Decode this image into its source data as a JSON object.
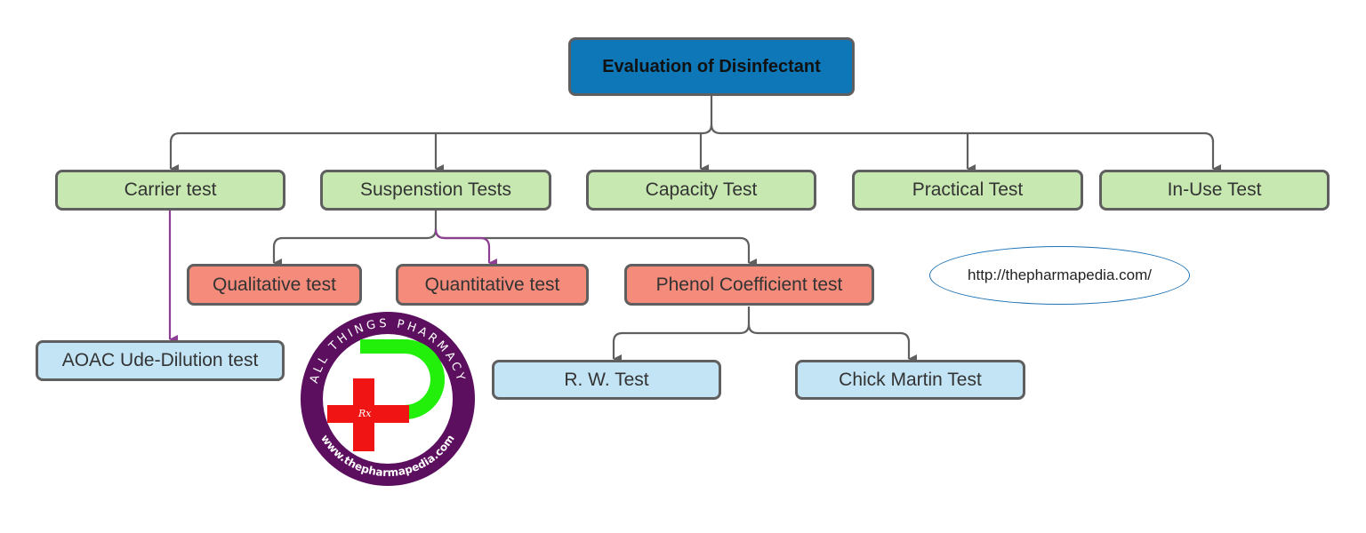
{
  "root": {
    "label": "Evaluation of Disinfectant"
  },
  "level1": [
    {
      "label": "Carrier test"
    },
    {
      "label": "Suspenstion Tests"
    },
    {
      "label": "Capacity Test"
    },
    {
      "label": "Practical Test"
    },
    {
      "label": "In-Use Test"
    }
  ],
  "suspension_children": [
    {
      "label": "Qualitative test"
    },
    {
      "label": "Quantitative test"
    },
    {
      "label": "Phenol Coefficient test"
    }
  ],
  "carrier_child": {
    "label": "AOAC Ude-Dilution test"
  },
  "phenol_children": [
    {
      "label": "R. W. Test"
    },
    {
      "label": "Chick Martin Test"
    }
  ],
  "url_note": "http://thepharmapedia.com/",
  "logo": {
    "ring_text_top": "ALL THINGS PHARMACY",
    "ring_text_bottom": "www.thepharmapedia.com",
    "symbol": "Rx"
  },
  "colors": {
    "root_fill": "#0e77b8",
    "level1_fill": "#c7e8b0",
    "level2_fill": "#f48b7b",
    "leaf_fill": "#c3e4f5",
    "connector_gray": "#5f5f5f",
    "connector_purple": "#8e3f93",
    "logo_ring": "#5c0f5e",
    "logo_green": "#22f00a",
    "logo_red": "#f01414"
  }
}
